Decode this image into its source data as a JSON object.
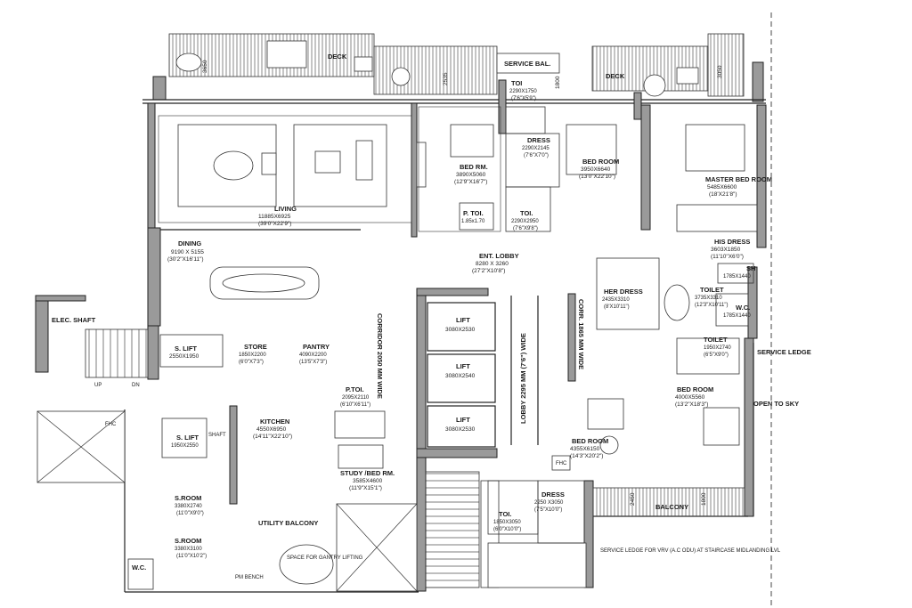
{
  "rooms": {
    "deck_left": "DECK",
    "deck_right": "DECK",
    "deck_left_dim": "3650",
    "deck_right_dim": "3050",
    "dim_2535": "2535",
    "dim_1800_top": "1800",
    "service_bal": "SERVICE BAL.",
    "toi_top": "TOI",
    "toi_top_dim": "2290X1750",
    "toi_top_ft": "(7'6\"X5'9\")",
    "dress": "DRESS",
    "dress_dim": "2290X2145",
    "dress_ft": "(7'6\"X7'0\")",
    "bed_rm": "BED RM.",
    "bed_rm_dim": "3890X5060",
    "bed_rm_ft": "(12'9\"X16'7\")",
    "bed_room_top": "BED ROOM",
    "bed_room_top_dim": "3950X6640",
    "bed_room_top_ft": "(13'0\"X22'10\")",
    "p_toi": "P. TOI.",
    "p_toi_dim": "1.85x1.70",
    "toi_mid": "TOI.",
    "toi_mid_dim": "2290X2950",
    "toi_mid_ft": "(7'6\"X9'8\")",
    "master_bed": "MASTER BED ROOM",
    "master_bed_dim": "5485X6600",
    "master_bed_ft": "(18'X21'8\")",
    "living": "LIVING",
    "living_dim": "11885X6925",
    "living_ft": "(39'0\"X22'9\")",
    "dining": "DINING",
    "dining_dim": "9190 X 5155",
    "dining_ft": "(30'2\"X16'11\")",
    "ent_lobby": "ENT. LOBBY",
    "ent_lobby_dim": "8280 X 3260",
    "ent_lobby_ft": "(27'2\"X10'8\")",
    "his_dress": "HIS DRESS",
    "his_dress_dim": "3603X1850",
    "his_dress_ft": "(11'10\"X6'0\")",
    "sh": "SH",
    "sh_dim": "1785X1440",
    "her_dress": "HER DRESS",
    "her_dress_dim": "2435X3310",
    "her_dress_ft": "(8'X10'11\")",
    "toilet_master": "TOILET",
    "toilet_master_dim": "3735X3310",
    "toilet_master_ft": "(12'3\"X10'11\")",
    "wc_master": "W.C.",
    "wc_master_dim": "1785X1440",
    "corr_right": "CORR. 1865 MM WIDE",
    "corridor": "CORRIDOR 2050 MM WIDE",
    "lift_1": "LIFT",
    "lift_1_dim": "3080X2530",
    "lift_2": "LIFT",
    "lift_2_dim": "3080X2540",
    "lift_3": "LIFT",
    "lift_3_dim": "3080X2530",
    "lobby": "LOBBY 2295 MM (7'6\") WIDE",
    "toilet_right": "TOILET",
    "toilet_right_dim": "1950X2740",
    "toilet_right_ft": "(6'5\"X9'0\")",
    "bed_room_right": "BED ROOM",
    "bed_room_right_dim": "4000X5560",
    "bed_room_right_ft": "(13'2\"X18'3\")",
    "bed_room_mid": "BED ROOM",
    "bed_room_mid_dim": "4355X6150",
    "bed_room_mid_ft": "(14'3\"X20'2\")",
    "service_ledge_right": "SERVICE LEDGE",
    "open_to_sky": "OPEN TO SKY",
    "elec_shaft": "ELEC. SHAFT",
    "s_lift_top": "S. LIFT",
    "s_lift_top_dim": "2550X1950",
    "store": "STORE",
    "store_dim": "1850X2200",
    "store_ft": "(6'0\"X7'3\")",
    "pantry": "PANTRY",
    "pantry_dim": "4090X2200",
    "pantry_ft": "(13'5\"X7'3\")",
    "p_toi_2": "P.TOI.",
    "p_toi_2_dim": "2095X2110",
    "p_toi_2_ft": "(6'10\"X6'11\")",
    "kitchen": "KITCHEN",
    "kitchen_dim": "4550X6950",
    "kitchen_ft": "(14'11\"X22'10\")",
    "study": "STUDY /BED RM.",
    "study_dim": "3585X4600",
    "study_ft": "(11'9\"X15'1\")",
    "s_lift_bottom": "S. LIFT",
    "s_lift_bottom_dim": "1950X2550",
    "shaft": "SHAFT",
    "fhc_left": "FHC",
    "fhc_mid": "FHC",
    "s_room_1": "S.ROOM",
    "s_room_1_dim": "3380X2740",
    "s_room_1_ft": "(11'0\"X9'0\")",
    "s_room_2": "S.ROOM",
    "s_room_2_dim": "3380X3100",
    "s_room_2_ft": "(11'0\"X10'2\")",
    "wc_bottom": "W.C.",
    "utility_balcony": "UTILITY BALCONY",
    "gantry": "SPACE FOR GANTRY LIFTING",
    "pm_bench": "PM BENCH",
    "dress_bottom": "DRESS",
    "dress_bottom_dim": "2250 X3050",
    "dress_bottom_ft": "(7'5\"X10'0\")",
    "toi_bottom": "TOI.",
    "toi_bottom_dim": "1850X3050",
    "toi_bottom_ft": "(6'0\"X10'0\")",
    "dim_2450": "2450",
    "dim_1800_bottom": "1800",
    "balcony": "BALCONY",
    "service_ledge_bottom": "SERVICE LEDGE FOR VRV (A.C ODU) AT STAIRCASE MIDLANDING LVL",
    "up": "UP",
    "dn": "DN"
  }
}
